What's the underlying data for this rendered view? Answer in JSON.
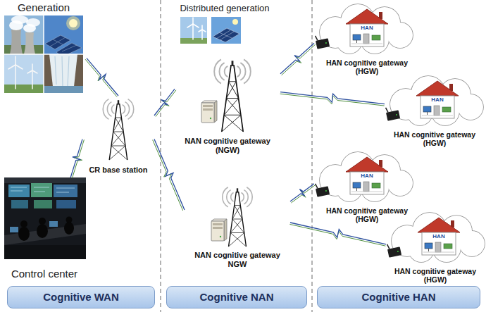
{
  "diagram": {
    "nodes": [
      {
        "text": [
          "Generation"
        ]
      },
      {
        "text": [
          "CR base station"
        ]
      },
      {
        "text": [
          "Control center"
        ]
      },
      {
        "text": [
          "Distributed generation"
        ]
      },
      {
        "text": [
          "NAN cognitive gateway (NGW)"
        ]
      },
      {
        "text": [
          "NAN cognitive gateway NGW"
        ]
      },
      {
        "text": [
          "HAN",
          "HAN cognitive gateway (HGW)"
        ]
      },
      {
        "text": [
          "HAN",
          "HAN cognitive gateway (HGW)"
        ]
      },
      {
        "text": [
          "HAN",
          "HAN cognitive gateway (HGW)"
        ]
      },
      {
        "text": [
          "HAN",
          "HAN cognitive gateway (HGW)"
        ]
      },
      {
        "text": [
          "Cognitive WAN"
        ]
      },
      {
        "text": [
          "Cognitive NAN"
        ]
      },
      {
        "text": [
          "Cognitive HAN"
        ]
      }
    ],
    "edges": [
      {
        "from": 0,
        "to": 1,
        "arrow": "none"
      },
      {
        "from": 2,
        "to": 1,
        "arrow": "none"
      },
      {
        "from": 1,
        "to": 4,
        "arrow": "none"
      },
      {
        "from": 1,
        "to": 5,
        "arrow": "none"
      },
      {
        "from": 4,
        "to": 6,
        "arrow": "none"
      },
      {
        "from": 4,
        "to": 7,
        "arrow": "none"
      },
      {
        "from": 5,
        "to": 8,
        "arrow": "none"
      },
      {
        "from": 5,
        "to": 9,
        "arrow": "none"
      }
    ]
  }
}
